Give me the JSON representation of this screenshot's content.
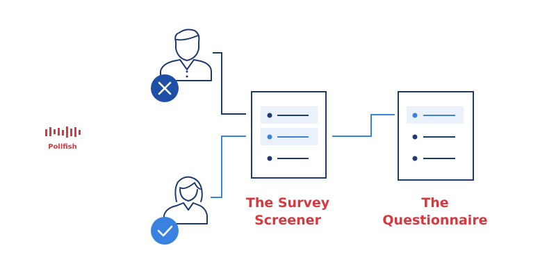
{
  "logo": {
    "text": "Pollfish",
    "color": "#d9383f"
  },
  "labels": {
    "screener_line1": "The Survey",
    "screener_line2": "Screener",
    "questionnaire_line1": "The",
    "questionnaire_line2": "Questionnaire"
  },
  "colors": {
    "line_dark": "#1e3a6e",
    "line_light": "#3b82e0",
    "highlight": "#eaf1fb",
    "rejected_badge": "#1e4fa6",
    "accepted_badge": "#3b82e0",
    "label": "#d9383f"
  },
  "icons": {
    "rejected_person": "male-user-icon",
    "accepted_person": "female-user-icon",
    "reject": "x-circle-icon",
    "accept": "check-circle-icon",
    "form": "document-list-icon"
  }
}
